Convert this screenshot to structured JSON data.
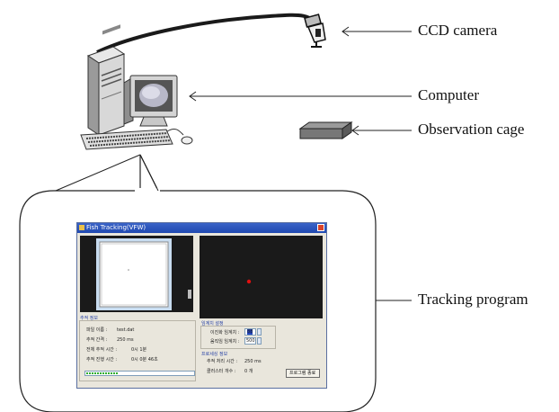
{
  "labels": {
    "ccd_camera": "CCD camera",
    "computer": "Computer",
    "observation_cage": "Observation cage",
    "tracking_program": "Tracking program"
  },
  "window": {
    "title": "Fish Tracking(VFW)",
    "tracking_info": {
      "header": "추적 정보",
      "rows": [
        {
          "label": "파일 이름 :",
          "value": "test.dat"
        },
        {
          "label": "추적 간격 :",
          "value": "250 ms"
        },
        {
          "label": "전체 추적 시간 :",
          "value": "0시 1분"
        },
        {
          "label": "추적 진행 시간 :",
          "value": "0시 0분 46초"
        }
      ],
      "progress": 0.3
    },
    "threshold": {
      "header": "임계치 설정",
      "rows": [
        {
          "label": "이진화 임계치 :",
          "value": "88"
        },
        {
          "label": "움직임 임계치 :",
          "value": "500"
        }
      ]
    },
    "program_info": {
      "header": "프로세싱 정보",
      "rows": [
        {
          "label": "추적 처리 시간 :",
          "value": "250 ms"
        },
        {
          "label": "클러스터 개수 :",
          "value": "0 개"
        }
      ]
    },
    "end_button": "프로그램 종료"
  },
  "colors": {
    "window_bg": "#e9e6dc",
    "titlebar": "#2a52be",
    "tracked_fish": "#e01010",
    "cage_border": "#c8dcf0"
  }
}
